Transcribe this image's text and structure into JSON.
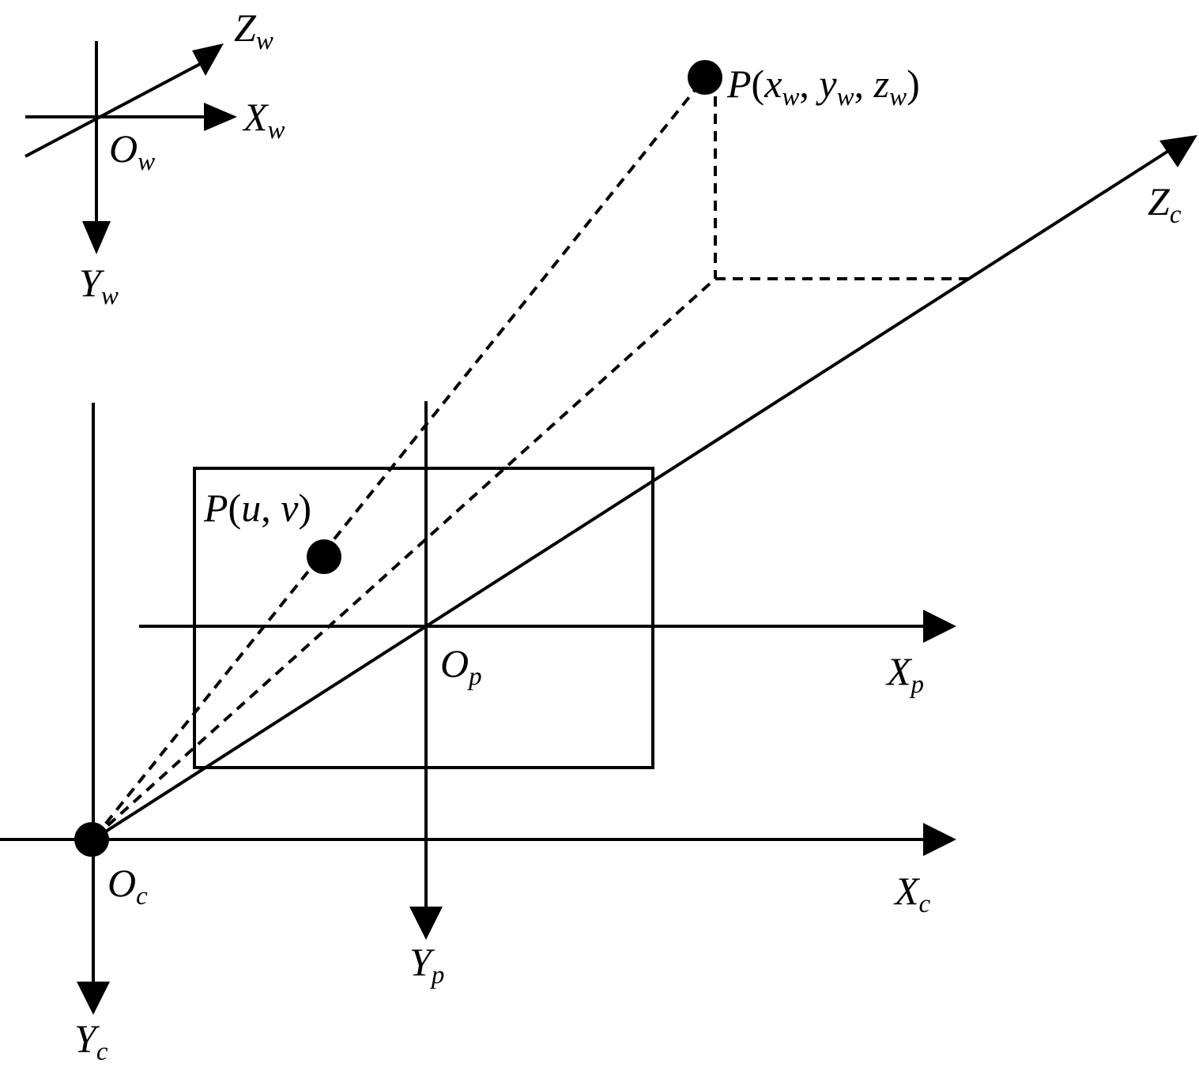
{
  "labels": {
    "Zw": {
      "base": "Z",
      "sub": "w"
    },
    "Xw": {
      "base": "X",
      "sub": "w"
    },
    "Ow": {
      "base": "O",
      "sub": "w"
    },
    "Yw": {
      "base": "Y",
      "sub": "w"
    },
    "Zc": {
      "base": "Z",
      "sub": "c"
    },
    "Xp": {
      "base": "X",
      "sub": "p"
    },
    "Op": {
      "base": "O",
      "sub": "p"
    },
    "Yp": {
      "base": "Y",
      "sub": "p"
    },
    "Xc": {
      "base": "X",
      "sub": "c"
    },
    "Oc": {
      "base": "O",
      "sub": "c"
    },
    "Yc": {
      "base": "Y",
      "sub": "c"
    }
  },
  "world_point": {
    "P": "P",
    "open": "(",
    "x": "x",
    "x_sub": "w",
    "comma1": ", ",
    "y": "y",
    "y_sub": "w",
    "comma2": ", ",
    "z": "z",
    "z_sub": "w",
    "close": ")"
  },
  "image_point": {
    "text_1": "P",
    "text_2": "(",
    "text_3": "u",
    "text_4": ", ",
    "text_5": "v",
    "text_6": ")"
  }
}
